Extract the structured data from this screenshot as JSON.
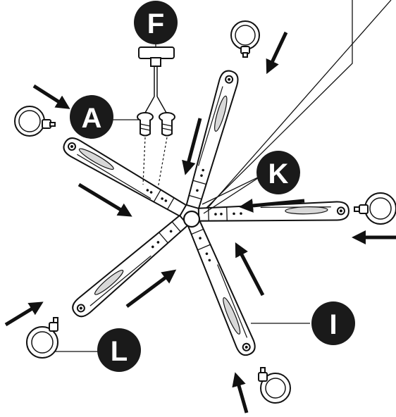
{
  "labels": {
    "f": "F",
    "a": "A",
    "k": "K",
    "i": "I",
    "l": "L"
  },
  "colors": {
    "ink": "#111111",
    "paper": "#ffffff",
    "badge": "#1a1a1a"
  },
  "icons": [
    "caster-wheel-icon",
    "t-handle-hex-key-icon",
    "bolt-icon",
    "direction-arrow-icon"
  ]
}
